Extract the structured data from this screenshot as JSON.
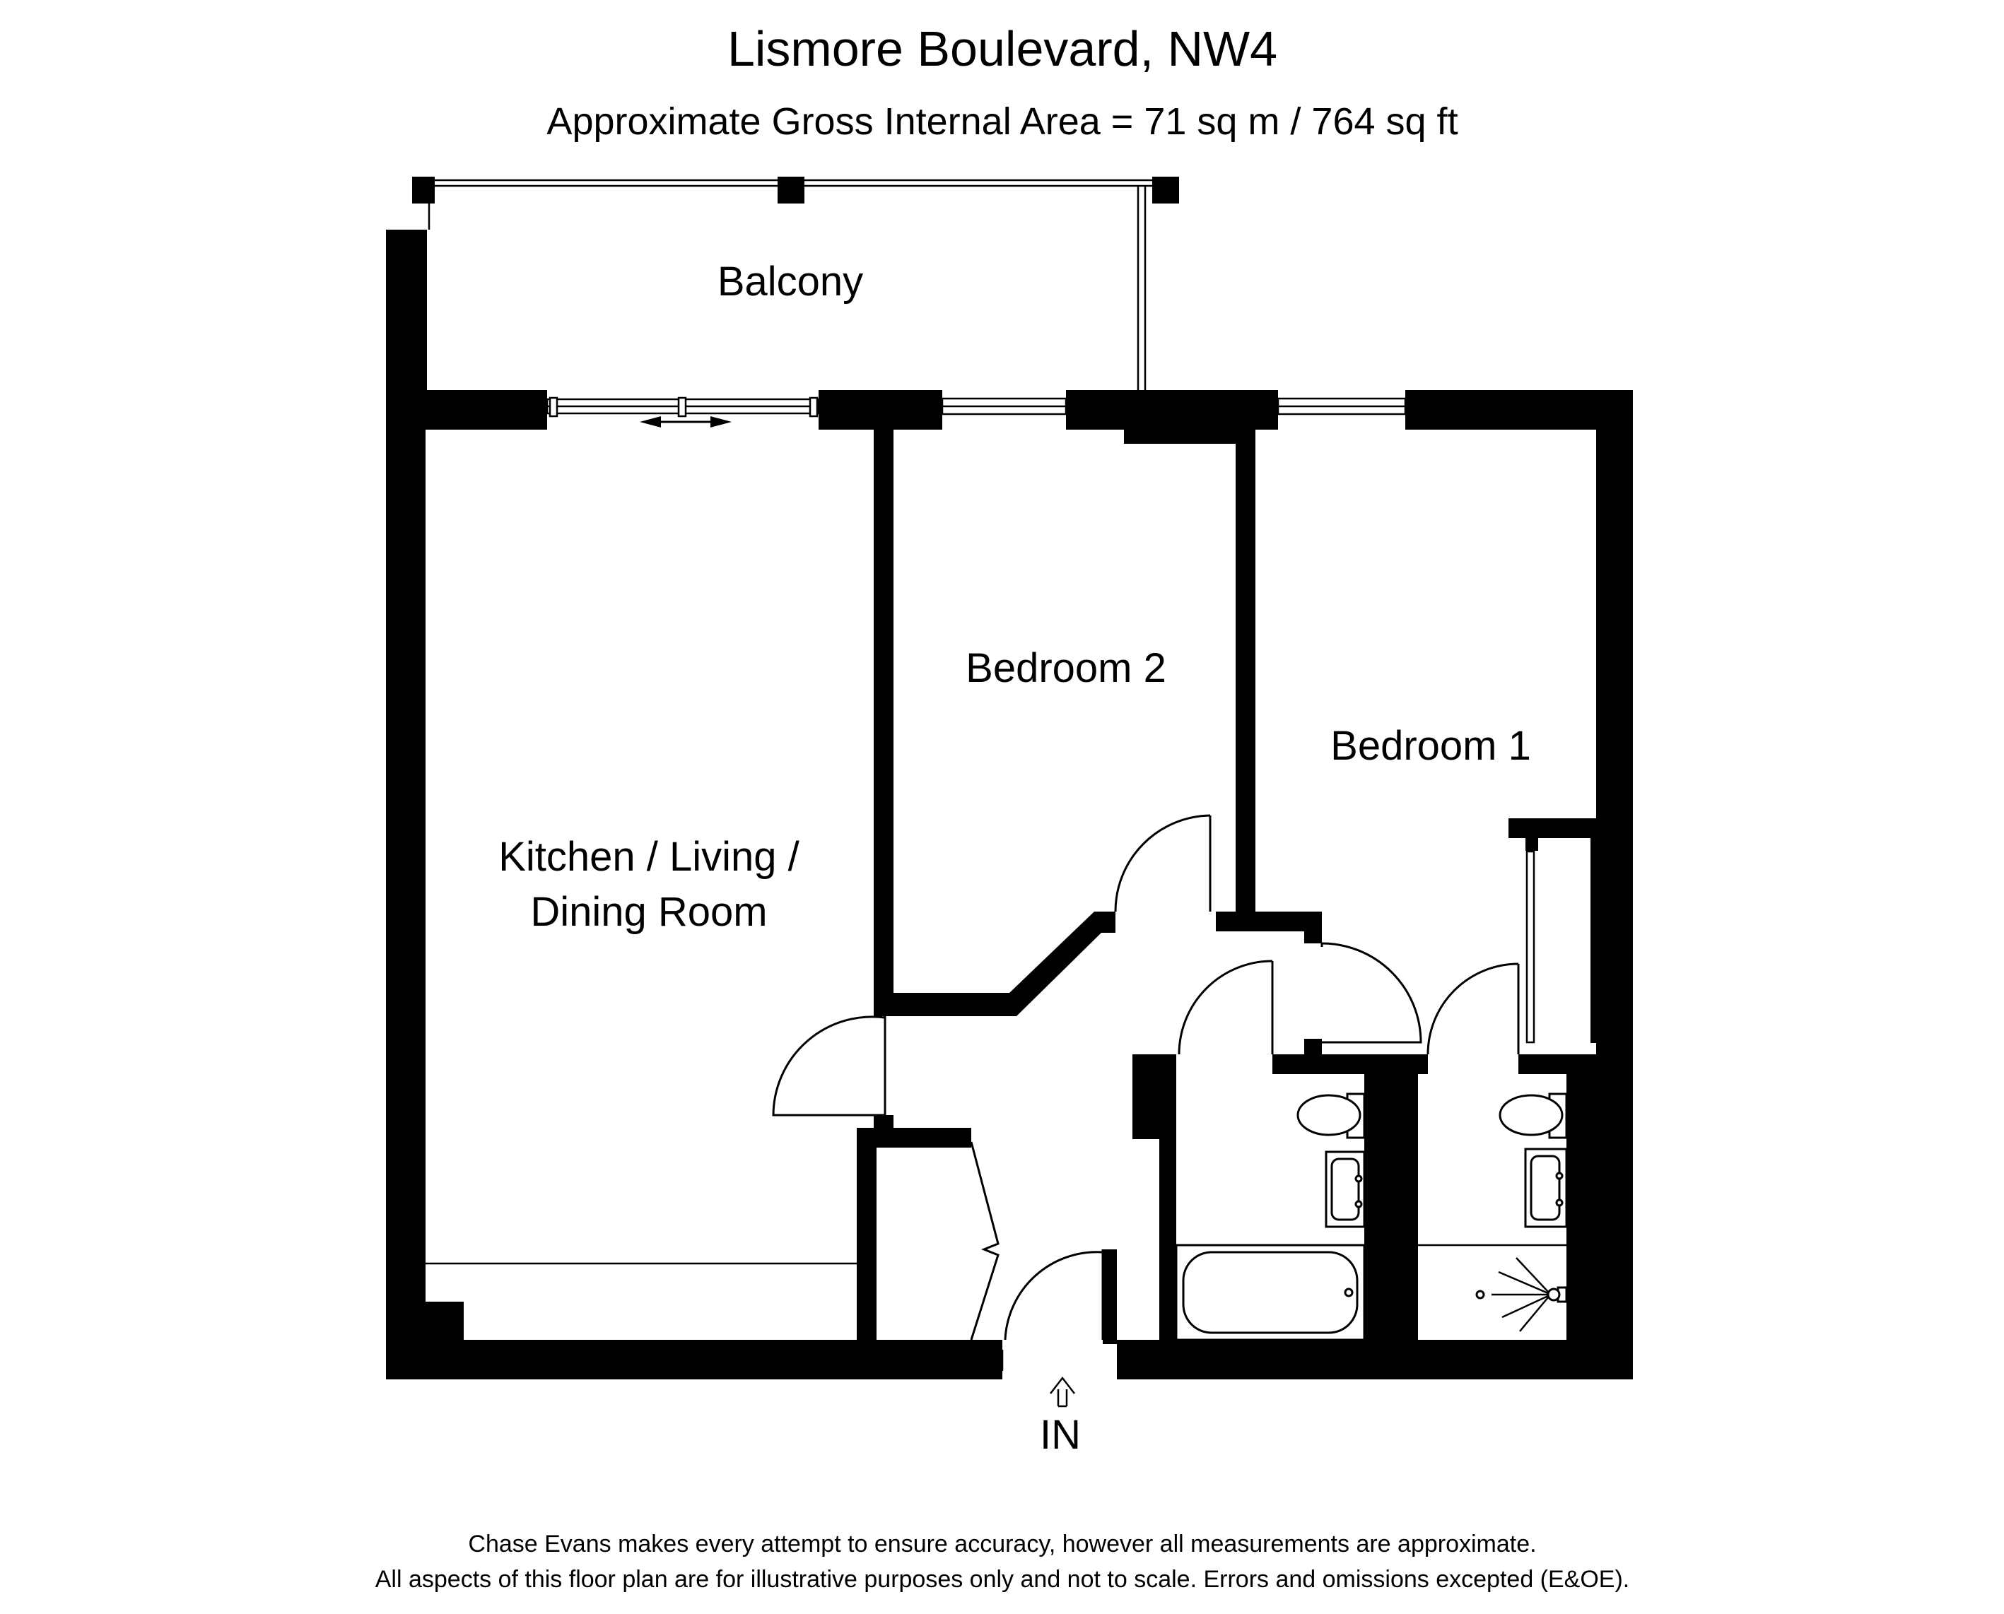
{
  "header": {
    "title": "Lismore Boulevard, NW4",
    "area": "Approximate Gross Internal Area = 71 sq m / 764 sq ft"
  },
  "rooms": {
    "balcony": "Balcony",
    "bedroom2": "Bedroom 2",
    "bedroom1": "Bedroom 1",
    "living_line1": "Kitchen / Living /",
    "living_line2": "Dining Room"
  },
  "entrance": {
    "label": "IN"
  },
  "disclaimer": {
    "line1": "Chase Evans makes every attempt to ensure accuracy, however all measurements are approximate.",
    "line2": "All aspects of this floor plan are for illustrative purposes only and not to scale. Errors and omissions excepted (E&OE)."
  },
  "colors": {
    "wall": "#000000",
    "background": "#ffffff"
  }
}
